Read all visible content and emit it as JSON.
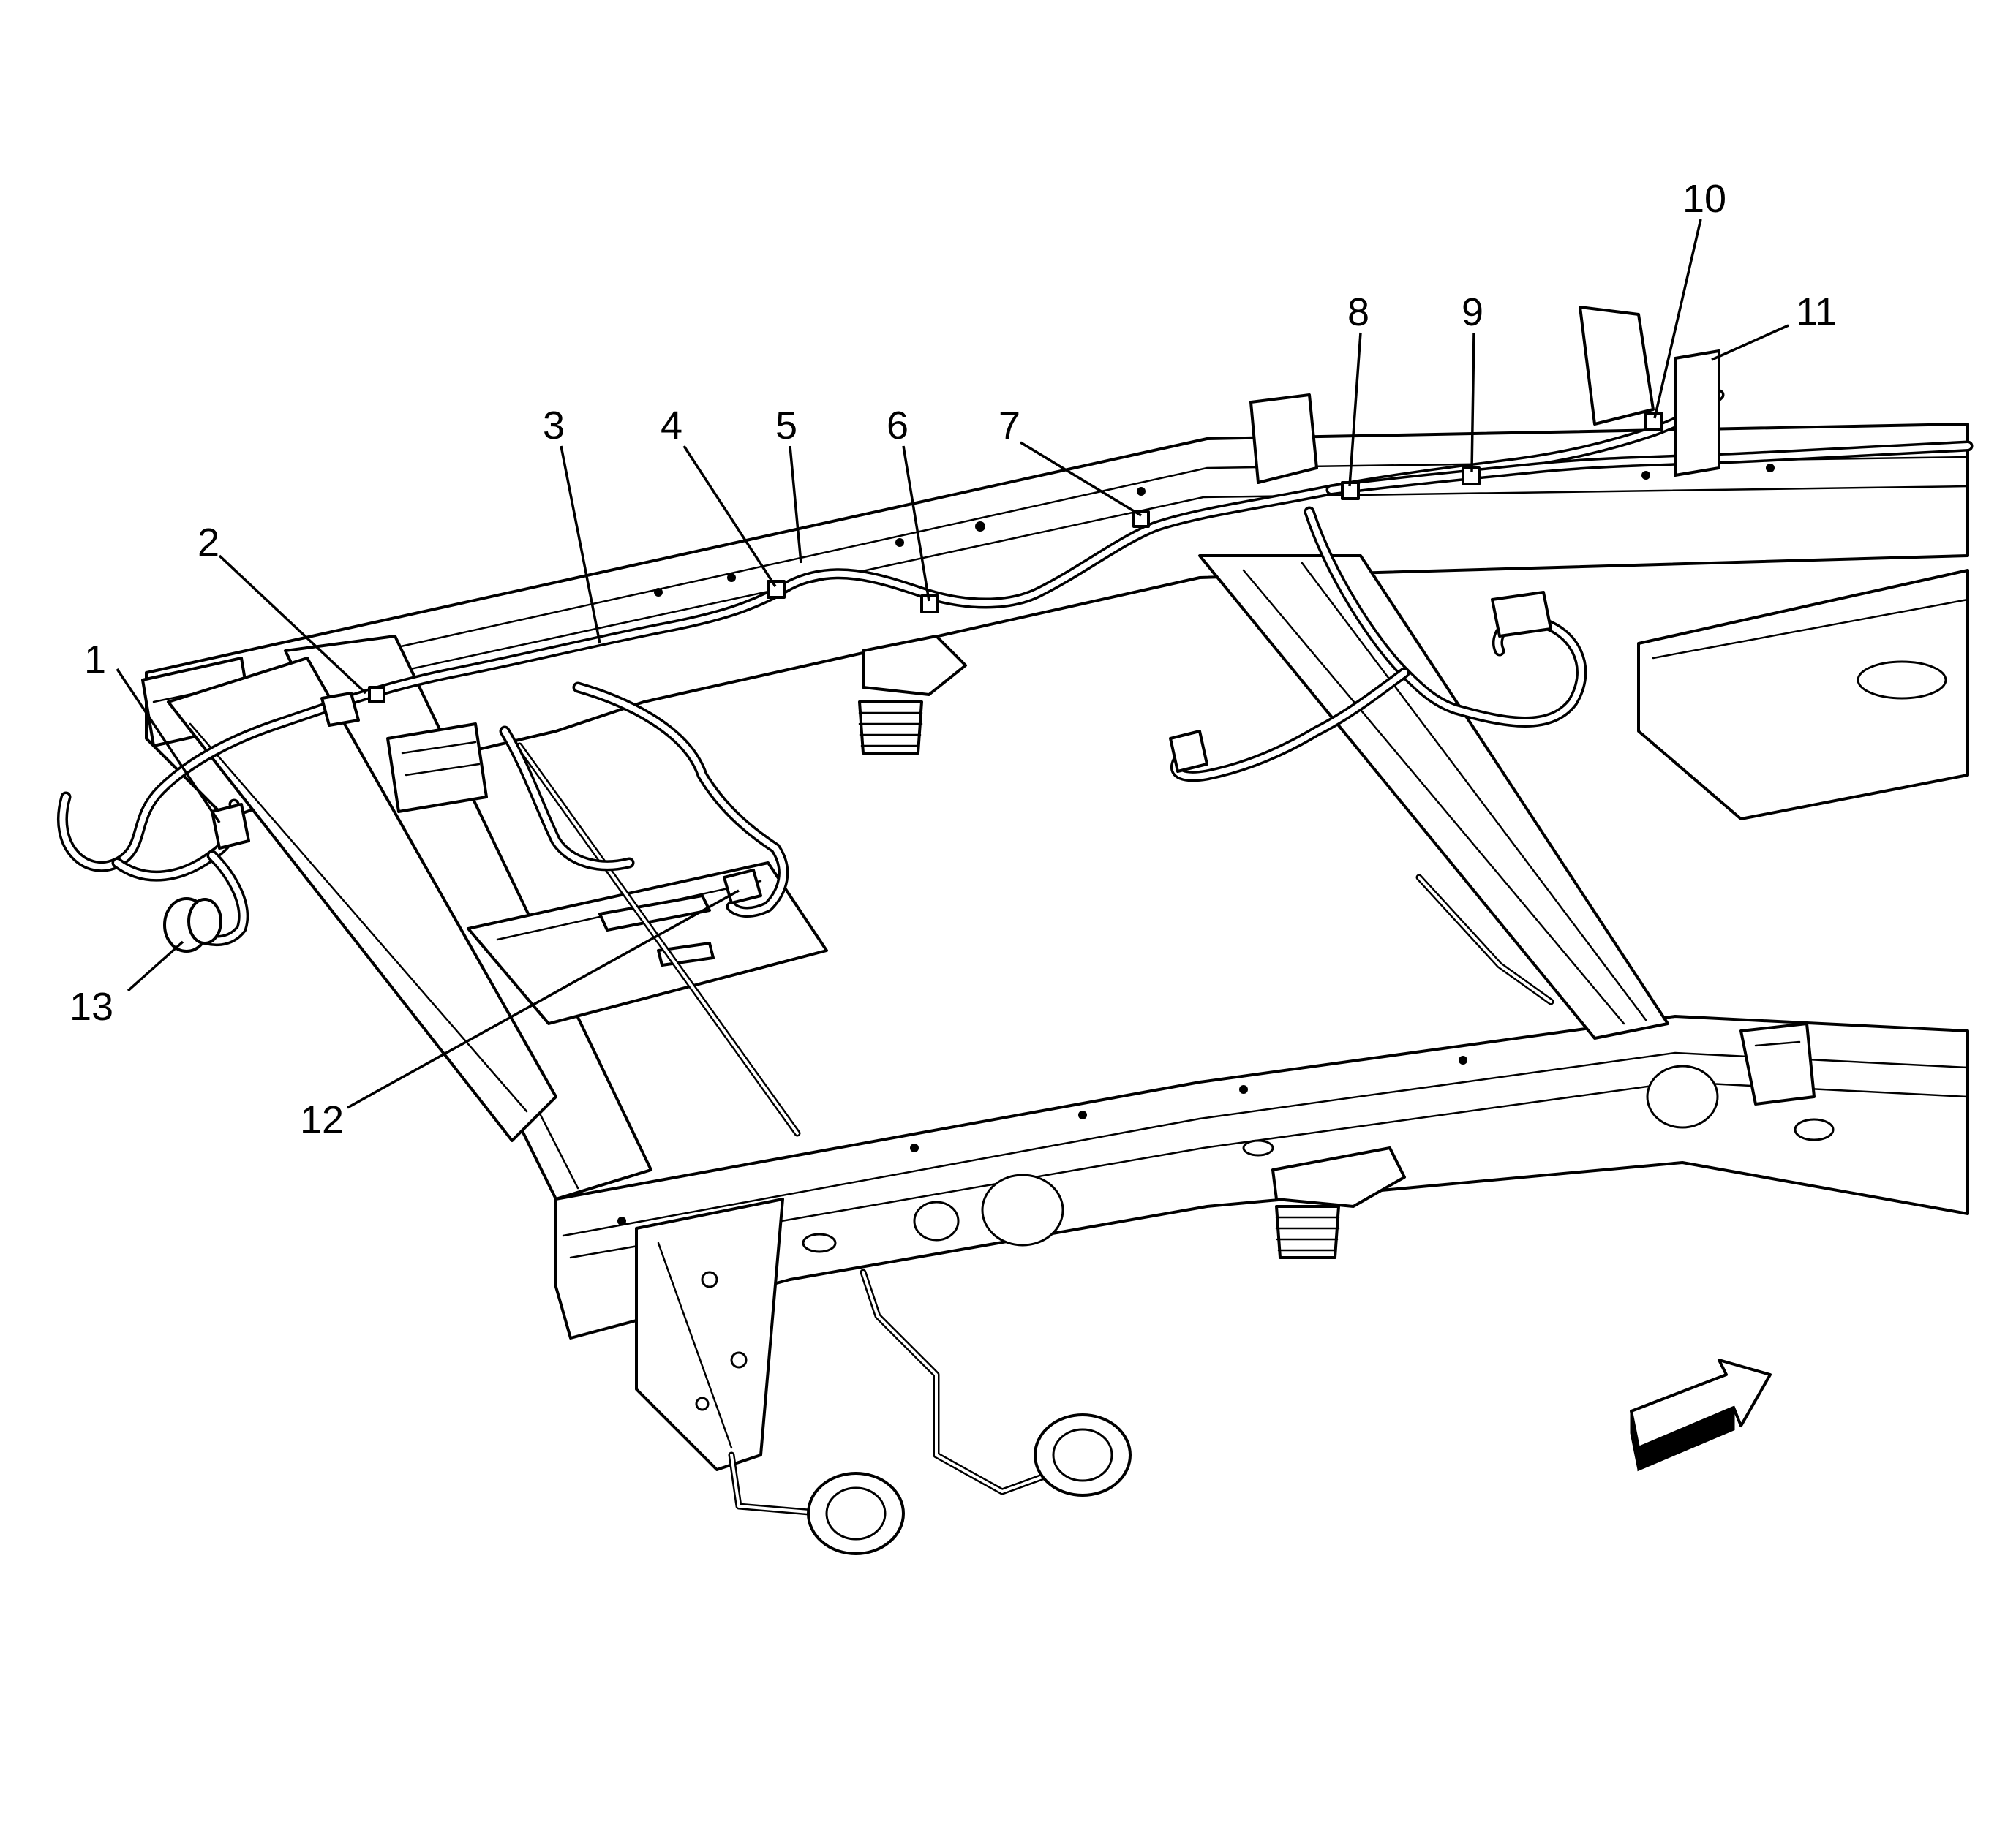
{
  "figure": {
    "callouts": [
      {
        "label": "1"
      },
      {
        "label": "2"
      },
      {
        "label": "3"
      },
      {
        "label": "4"
      },
      {
        "label": "5"
      },
      {
        "label": "6"
      },
      {
        "label": "7"
      },
      {
        "label": "8"
      },
      {
        "label": "9"
      },
      {
        "label": "10"
      },
      {
        "label": "11"
      },
      {
        "label": "12"
      },
      {
        "label": "13"
      }
    ],
    "icons": {
      "direction": "front-direction-arrow-icon"
    }
  }
}
